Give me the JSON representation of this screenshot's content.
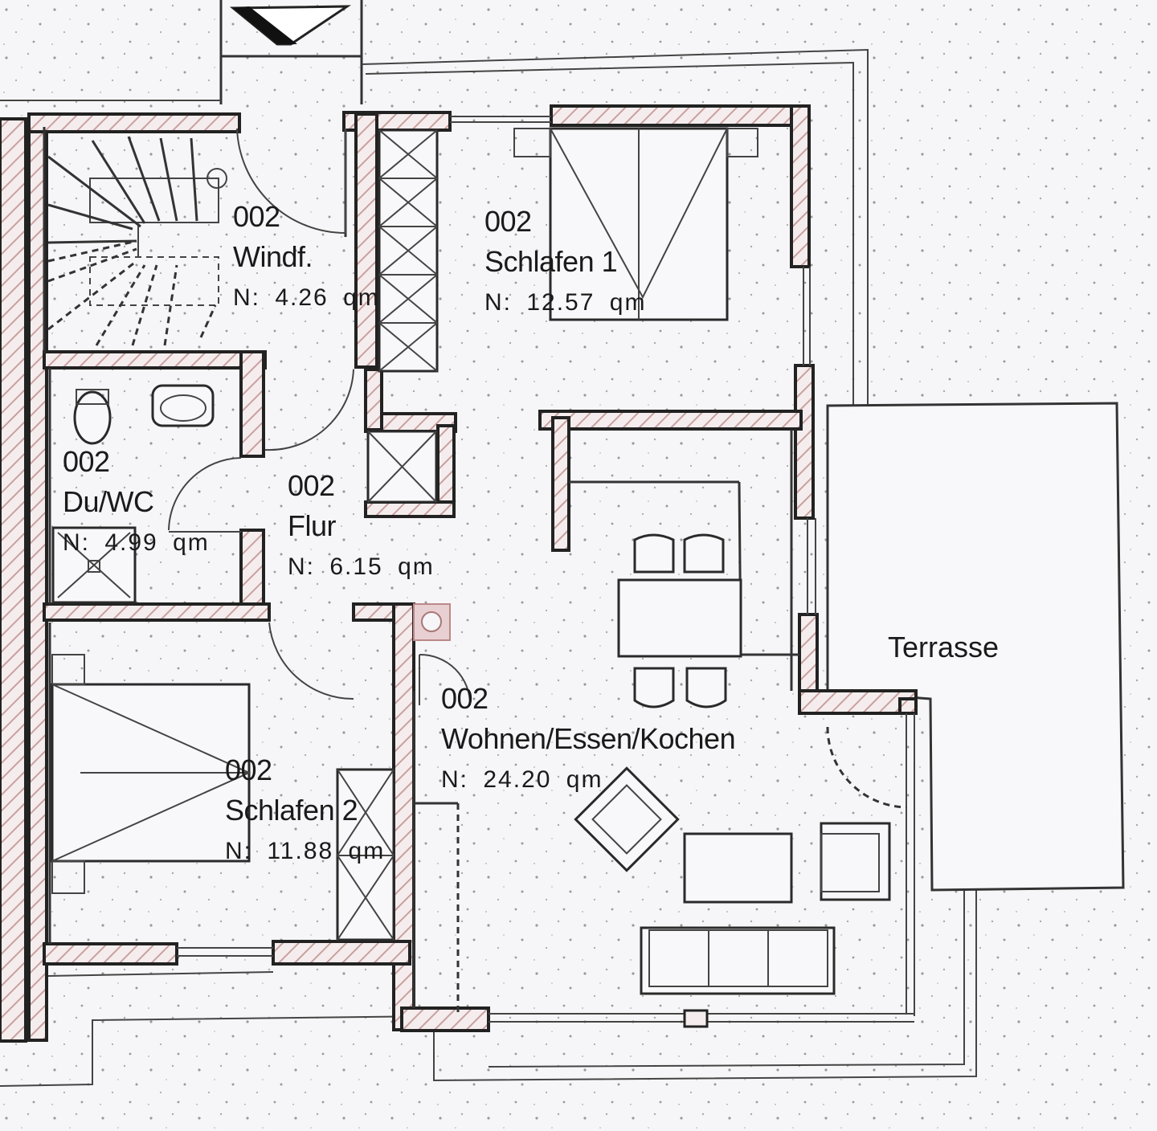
{
  "plan": {
    "type": "floor-plan",
    "wall_hatch_color": "#c9a0a0",
    "line_color": "#222222",
    "background": "#f6f6f8",
    "rooms": [
      {
        "id": "windfang",
        "number": "002",
        "name": "Windf.",
        "area_label": "N:",
        "area": "4.26",
        "unit": "qm"
      },
      {
        "id": "schlafen1",
        "number": "002",
        "name": "Schlafen 1",
        "area_label": "N:",
        "area": "12.57",
        "unit": "qm"
      },
      {
        "id": "du-wc",
        "number": "002",
        "name": "Du/WC",
        "area_label": "N:",
        "area": "4.99",
        "unit": "qm"
      },
      {
        "id": "flur",
        "number": "002",
        "name": "Flur",
        "area_label": "N:",
        "area": "6.15",
        "unit": "qm"
      },
      {
        "id": "wohnen",
        "number": "002",
        "name": "Wohnen/Essen/Kochen",
        "area_label": "N:",
        "area": "24.20",
        "unit": "qm"
      },
      {
        "id": "schlafen2",
        "number": "002",
        "name": "Schlafen 2",
        "area_label": "N:",
        "area": "11.88",
        "unit": "qm"
      }
    ],
    "terrace": {
      "name": "Terrasse"
    },
    "symbols": [
      "staircase",
      "entrance-arrow",
      "double-bed",
      "single-bed",
      "wardrobes",
      "toilet",
      "washbasin",
      "shower",
      "dining-table",
      "chairs",
      "sofa",
      "armchair",
      "coffee-table",
      "chimney"
    ]
  }
}
